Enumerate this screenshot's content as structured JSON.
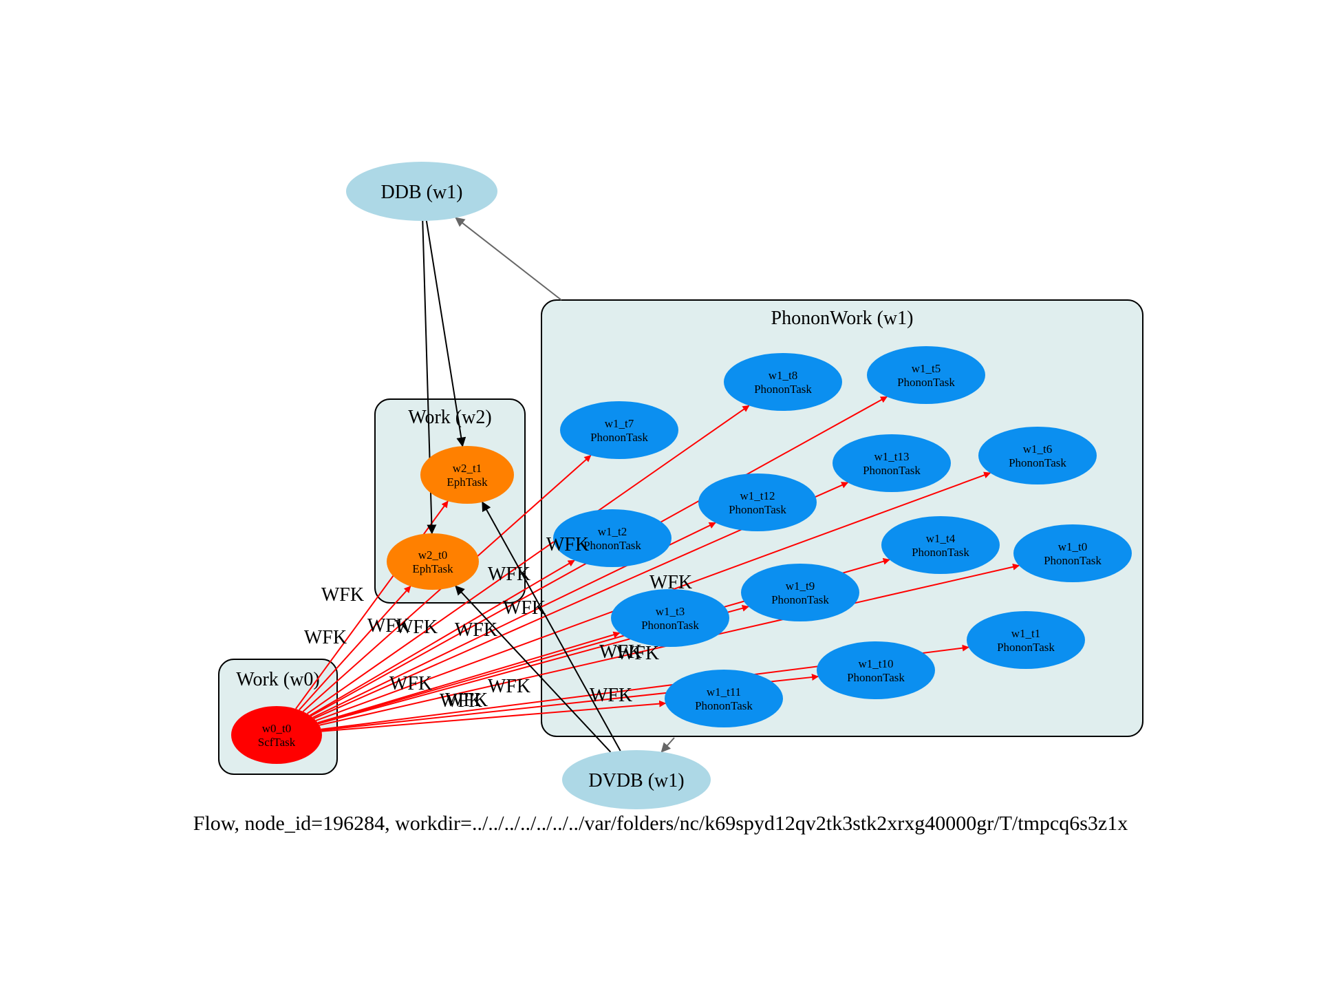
{
  "clusters": [
    {
      "id": "w0",
      "label": "Work (w0)"
    },
    {
      "id": "w2",
      "label": "Work (w2)"
    },
    {
      "id": "w1",
      "label": "PhononWork (w1)"
    }
  ],
  "nodes": [
    {
      "id": "w0_t0",
      "name": "w0_t0",
      "type": "ScfTask",
      "color": "#ff0000"
    },
    {
      "id": "w2_t0",
      "name": "w2_t0",
      "type": "EphTask",
      "color": "#ff8000"
    },
    {
      "id": "w2_t1",
      "name": "w2_t1",
      "type": "EphTask",
      "color": "#ff8000"
    },
    {
      "id": "w1_t0",
      "name": "w1_t0",
      "type": "PhononTask",
      "color": "#0b8ff0"
    },
    {
      "id": "w1_t1",
      "name": "w1_t1",
      "type": "PhononTask",
      "color": "#0b8ff0"
    },
    {
      "id": "w1_t2",
      "name": "w1_t2",
      "type": "PhononTask",
      "color": "#0b8ff0"
    },
    {
      "id": "w1_t3",
      "name": "w1_t3",
      "type": "PhononTask",
      "color": "#0b8ff0"
    },
    {
      "id": "w1_t4",
      "name": "w1_t4",
      "type": "PhononTask",
      "color": "#0b8ff0"
    },
    {
      "id": "w1_t5",
      "name": "w1_t5",
      "type": "PhononTask",
      "color": "#0b8ff0"
    },
    {
      "id": "w1_t6",
      "name": "w1_t6",
      "type": "PhononTask",
      "color": "#0b8ff0"
    },
    {
      "id": "w1_t7",
      "name": "w1_t7",
      "type": "PhononTask",
      "color": "#0b8ff0"
    },
    {
      "id": "w1_t8",
      "name": "w1_t8",
      "type": "PhononTask",
      "color": "#0b8ff0"
    },
    {
      "id": "w1_t9",
      "name": "w1_t9",
      "type": "PhononTask",
      "color": "#0b8ff0"
    },
    {
      "id": "w1_t10",
      "name": "w1_t10",
      "type": "PhononTask",
      "color": "#0b8ff0"
    },
    {
      "id": "w1_t11",
      "name": "w1_t11",
      "type": "PhononTask",
      "color": "#0b8ff0"
    },
    {
      "id": "w1_t12",
      "name": "w1_t12",
      "type": "PhononTask",
      "color": "#0b8ff0"
    },
    {
      "id": "w1_t13",
      "name": "w1_t13",
      "type": "PhononTask",
      "color": "#0b8ff0"
    },
    {
      "id": "ddb",
      "name": "DDB (w1)",
      "type": "",
      "color": "#add8e6"
    },
    {
      "id": "dvdb",
      "name": "DVDB (w1)",
      "type": "",
      "color": "#add8e6"
    }
  ],
  "edges": [
    {
      "from": "w0_t0",
      "to": "w2_t0",
      "label": "WFK",
      "color": "#ff0000"
    },
    {
      "from": "w0_t0",
      "to": "w2_t1",
      "label": "WFK",
      "color": "#ff0000"
    },
    {
      "from": "w0_t0",
      "to": "w1_t7",
      "label": "WFK",
      "color": "#ff0000"
    },
    {
      "from": "w0_t0",
      "to": "w1_t8",
      "label": "WFK",
      "color": "#ff0000"
    },
    {
      "from": "w0_t0",
      "to": "w1_t5",
      "label": "WFK",
      "color": "#ff0000"
    },
    {
      "from": "w0_t0",
      "to": "w1_t12",
      "label": "WFK",
      "color": "#ff0000"
    },
    {
      "from": "w0_t0",
      "to": "w1_t13",
      "label": "WFK",
      "color": "#ff0000"
    },
    {
      "from": "w0_t0",
      "to": "w1_t6",
      "label": "WFK",
      "color": "#ff0000"
    },
    {
      "from": "w0_t0",
      "to": "w1_t2",
      "label": "WFK",
      "color": "#ff0000"
    },
    {
      "from": "w0_t0",
      "to": "w1_t4",
      "label": "WFK",
      "color": "#ff0000"
    },
    {
      "from": "w0_t0",
      "to": "w1_t0",
      "label": "WFK",
      "color": "#ff0000"
    },
    {
      "from": "w0_t0",
      "to": "w1_t9",
      "label": "WFK",
      "color": "#ff0000"
    },
    {
      "from": "w0_t0",
      "to": "w1_t3",
      "label": "WFK",
      "color": "#ff0000"
    },
    {
      "from": "w0_t0",
      "to": "w1_t10",
      "label": "WFK",
      "color": "#ff0000"
    },
    {
      "from": "w0_t0",
      "to": "w1_t1",
      "label": "WFK",
      "color": "#ff0000"
    },
    {
      "from": "w0_t0",
      "to": "w1_t11",
      "label": "WFK",
      "color": "#ff0000"
    },
    {
      "from": "ddb",
      "to": "w2_t0",
      "label": "",
      "color": "#000000"
    },
    {
      "from": "ddb",
      "to": "w2_t1",
      "label": "",
      "color": "#000000"
    },
    {
      "from": "dvdb",
      "to": "w2_t0",
      "label": "",
      "color": "#000000"
    },
    {
      "from": "dvdb",
      "to": "w2_t1",
      "label": "",
      "color": "#000000"
    },
    {
      "from": "w1",
      "to": "ddb",
      "label": "",
      "color": "#666666"
    },
    {
      "from": "w1",
      "to": "dvdb",
      "label": "",
      "color": "#666666"
    }
  ],
  "caption": "Flow, node_id=196284, workdir=../../../../../../../var/folders/nc/k69spyd12qv2tk3stk2xrxg40000gr/T/tmpcq6s3z1x",
  "colors": {
    "cluster_fill": "#e0eeee",
    "cluster_stroke": "#000000",
    "file_node": "#add8e6"
  }
}
